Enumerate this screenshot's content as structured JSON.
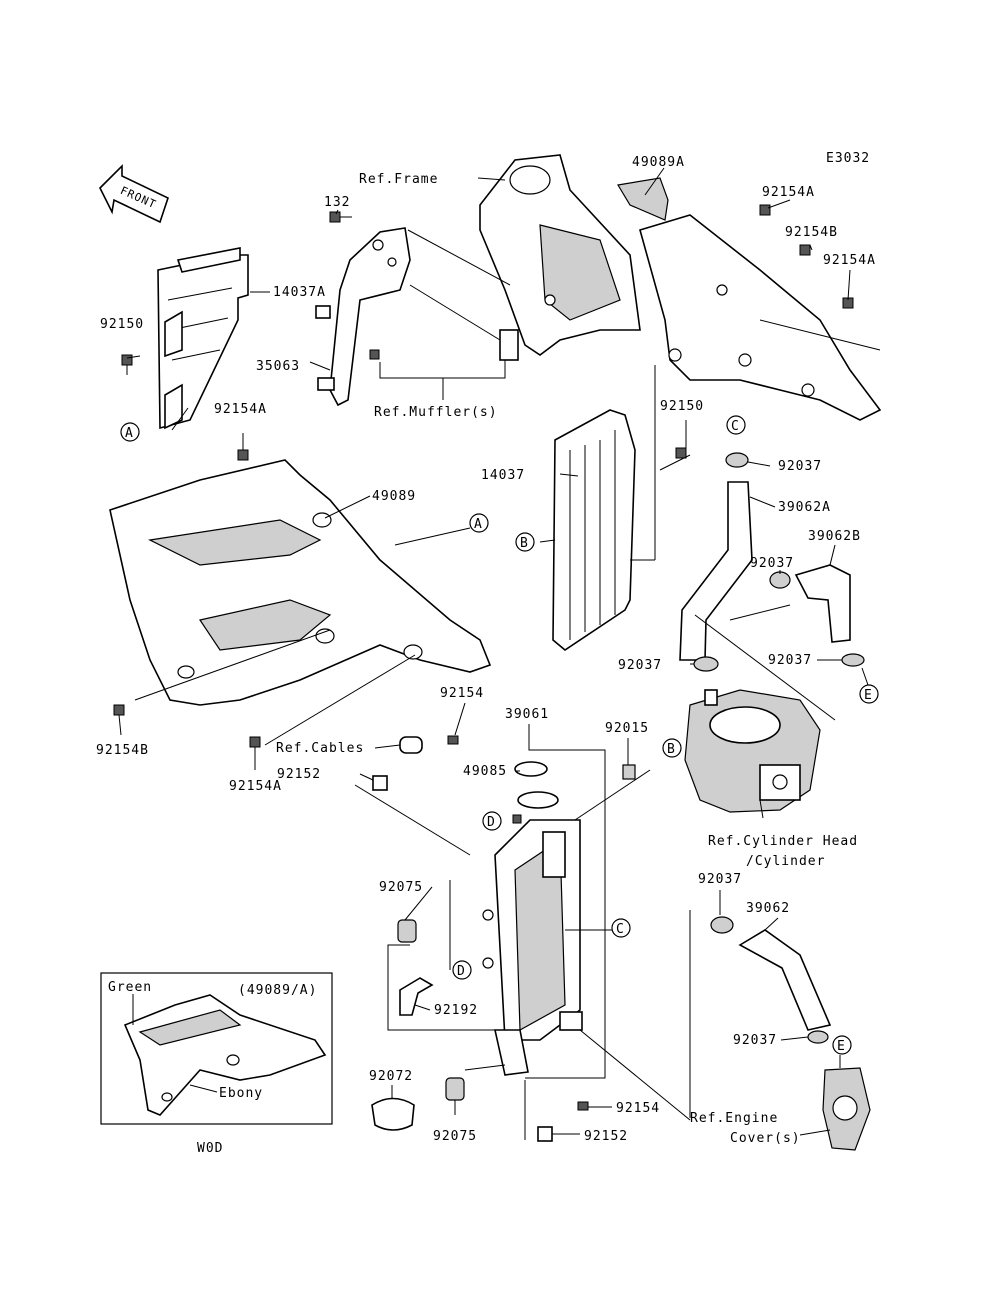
{
  "diagram_code": "E3032",
  "front_label": "FRONT",
  "callouts": {
    "p49089A": "49089A",
    "p92154A_1": "92154A",
    "p92154B_1": "92154B",
    "p92154A_2": "92154A",
    "ref_frame": "Ref.Frame",
    "p132": "132",
    "p14037A": "14037A",
    "p92150_1": "92150",
    "p35063": "35063",
    "ref_muffler": "Ref.Muffler(s)",
    "p92154A_3": "92154A",
    "p49089": "49089",
    "p92150_2": "92150",
    "p14037": "14037",
    "p92037_1": "92037",
    "p39062A": "39062A",
    "p39062B": "39062B",
    "p92037_2": "92037",
    "p92037_3": "92037",
    "p92037_4": "92037",
    "p92154B_2": "92154B",
    "p92154A_4": "92154A",
    "p92154_1": "92154",
    "ref_cables": "Ref.Cables",
    "p92152_1": "92152",
    "p39061": "39061",
    "p49085": "49085",
    "p92015": "92015",
    "ref_cyl_head_1": "Ref.Cylinder Head",
    "ref_cyl_head_2": "/Cylinder",
    "p92075_1": "92075",
    "p92037_5": "92037",
    "p39062": "39062",
    "p92192": "92192",
    "p92037_6": "92037",
    "p92072": "92072",
    "p92075_2": "92075",
    "p92154_2": "92154",
    "p92152_2": "92152",
    "ref_engine_1": "Ref.Engine",
    "ref_engine_2": "Cover(s)"
  },
  "letter_markers": {
    "A": "A",
    "B": "B",
    "C": "C",
    "D": "D",
    "E": "E"
  },
  "inset": {
    "code": "(49089/A)",
    "green": "Green",
    "ebony": "Ebony",
    "caption": "W0D"
  }
}
